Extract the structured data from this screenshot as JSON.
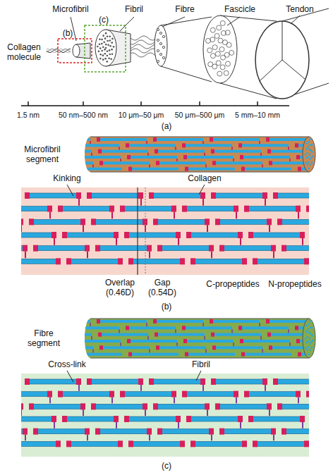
{
  "diagram": {
    "labels": [
      "Microfibril",
      "Fibril",
      "Fibre",
      "Fascicle",
      "Tendon",
      "(b)",
      "(c)",
      "Collagen molecule",
      "1.5 nm",
      "50 nm–500 nm",
      "10 μm–50 μm",
      "50 μm–500 μm",
      "5 mm–10 mm",
      "(a)",
      "Microfibril segment",
      "Kinking",
      "Collagen",
      "Overlap (0.46D)",
      "Gap (0.54D)",
      "C-propeptides",
      "N-propeptides",
      "(b)",
      "Fibre segment",
      "Cross-link",
      "Fibril",
      "(c)"
    ]
  }
}
